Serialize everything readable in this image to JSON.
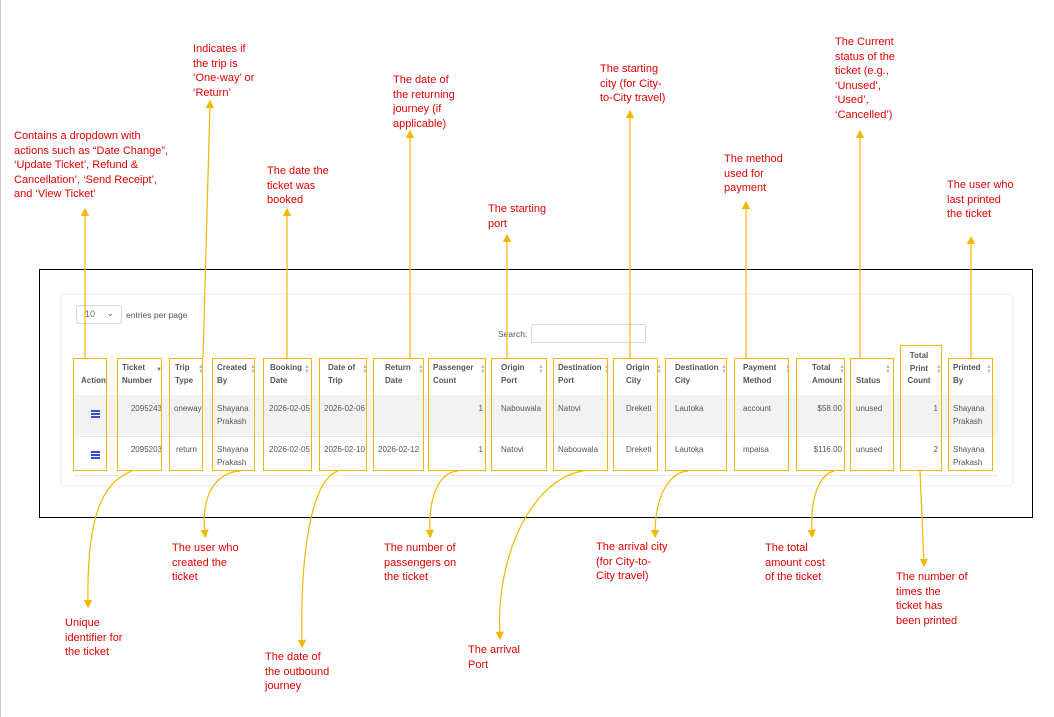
{
  "annotations": {
    "action": "Contains a dropdown with\nactions such as “Date Change”,\n‘Update Ticket’, Refund &\nCancellation’, ‘Send Receipt’,\nand ‘View Ticket’",
    "trip_type": "Indicates if\nthe trip is\n‘One-way’ or\n‘Return’",
    "booking_date": "The date the\nticket was\nbooked",
    "return_date": "The date of\nthe returning\njourney (if\napplicable)",
    "origin_port": "The starting\nport",
    "origin_city": "The starting\ncity (for City-\nto-City travel)",
    "payment_method": "The method\nused for\npayment",
    "status": "The Current\nstatus of the\nticket (e.g.,\n‘Unused’,\n‘Used’,\n‘Cancelled’)",
    "printed_by": "The user who\nlast printed\nthe ticket",
    "ticket_number": "Unique\nidentifier for\nthe ticket",
    "created_by": "The user who\ncreated the\nticket",
    "date_of_trip": "The date of\nthe outbound\njourney",
    "passenger_count": "The number of\npassengers on\nthe ticket",
    "destination_port": "The arrival\nPort",
    "destination_city": "The arrival city\n(for City-to-\nCity travel)",
    "total_amount": "The total\namount cost\nof the ticket",
    "print_count": "The number of\ntimes the\nticket has\nbeen printed"
  },
  "controls": {
    "entries_value": "10",
    "entries_label": "entries per page",
    "search_label": "Search:",
    "search_value": ""
  },
  "table": {
    "headers": {
      "action": "Action",
      "ticket_number": "Ticket\nNumber",
      "trip_type": "Trip\nType",
      "created_by": "Created\nBy",
      "booking_date": "Booking\nDate",
      "date_of_trip": "Date of\nTrip",
      "return_date": "Return\nDate",
      "passenger_count": "Passenger\nCount",
      "origin_port": "Origin\nPort",
      "destination_port": "Destination\nPort",
      "origin_city": "Origin\nCity",
      "destination_city": "Destination\nCity",
      "payment_method": "Payment\nMethod",
      "total_amount": "Total\nAmount",
      "status": "Status",
      "print_count": "Total\nPrint\nCount",
      "printed_by": "Printed\nBy"
    },
    "rows": [
      {
        "ticket_number": "2095243",
        "trip_type": "oneway",
        "created_by": "Shayana\nPrakash",
        "booking_date": "2026-02-05",
        "date_of_trip": "2026-02-06",
        "return_date": "",
        "passenger_count": "1",
        "origin_port": "Nabouwala",
        "destination_port": "Natovi",
        "origin_city": "Dreketi",
        "destination_city": "Lautoka",
        "payment_method": "account",
        "total_amount": "$58.00",
        "status": "unused",
        "print_count": "1",
        "printed_by": "Shayana\nPrakash"
      },
      {
        "ticket_number": "2095203",
        "trip_type": "return",
        "created_by": "Shayana\nPrakash",
        "booking_date": "2026-02-05",
        "date_of_trip": "2026-02-10",
        "return_date": "2026-02-12",
        "passenger_count": "1",
        "origin_port": "Natovi",
        "destination_port": "Nabouwala",
        "origin_city": "Dreketi",
        "destination_city": "Lautoka",
        "payment_method": "mpaisa",
        "total_amount": "$116.00",
        "status": "unused",
        "print_count": "2",
        "printed_by": "Shayana\nPrakash"
      }
    ]
  },
  "colors": {
    "annotation_text": "#e00000",
    "highlight_box": "#f2b800",
    "action_icon": "#3b4fc4",
    "row_stripe": "#f2f2f2"
  },
  "icons": {
    "action": "menu-lines-icon",
    "entries_dropdown": "chevron-down-icon",
    "sort": "sort-arrows-icon"
  }
}
